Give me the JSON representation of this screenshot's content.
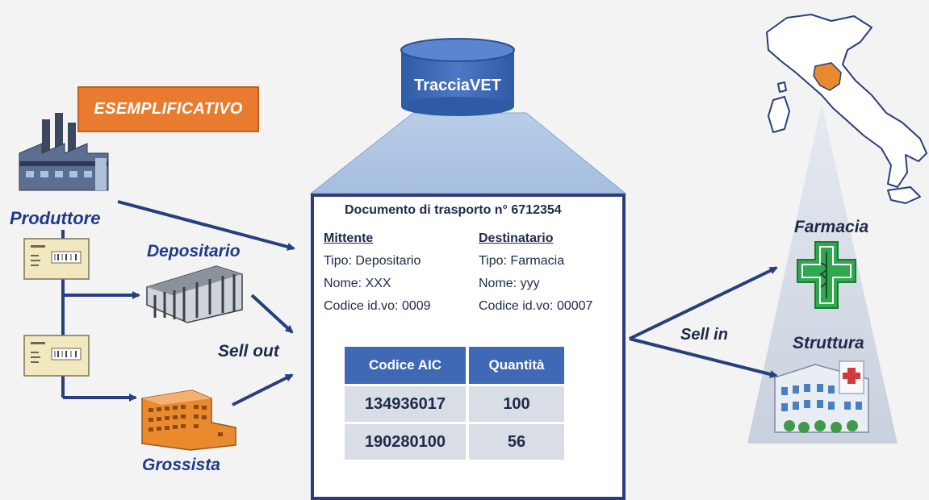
{
  "stamp": "ESEMPLIFICATIVO",
  "database": {
    "label": "TracciaVET"
  },
  "actors": {
    "produttore": "Produttore",
    "depositario": "Depositario",
    "grossista": "Grossista",
    "sell_out": "Sell out",
    "sell_in": "Sell in",
    "farmacia": "Farmacia",
    "struttura": "Struttura"
  },
  "document": {
    "title": "Documento di trasporto n° 6712354",
    "mittente": {
      "heading": "Mittente",
      "tipo": "Tipo: Depositario",
      "nome": "Nome: XXX",
      "codice": "Codice id.vo: 0009"
    },
    "destinatario": {
      "heading": "Destinatario",
      "tipo": "Tipo: Farmacia",
      "nome": "Nome: yyy",
      "codice": "Codice id.vo: 00007"
    },
    "table": {
      "headers": [
        "Codice AIC",
        "Quantità"
      ],
      "rows": [
        [
          "134936017",
          "100"
        ],
        [
          "190280100",
          "56"
        ]
      ]
    }
  },
  "colors": {
    "arrow": "#283f7f",
    "stamp": "#e97b2e",
    "database": "#3d67b3",
    "table_header": "#3f69b5",
    "cross": "#2fa84f",
    "tuscany": "#e98a2f"
  }
}
